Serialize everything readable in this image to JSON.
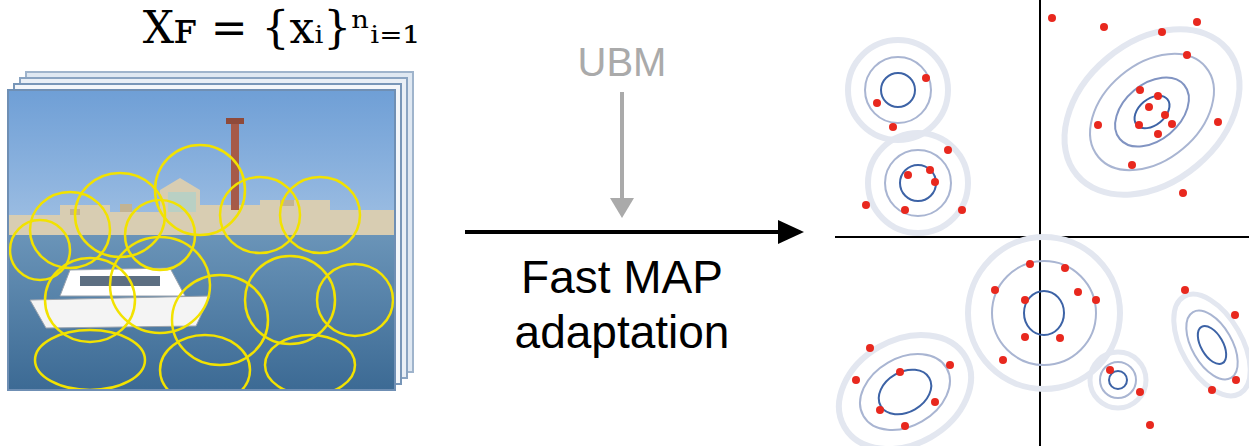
{
  "diagram": {
    "nodes": [
      {
        "text": [
          "Xꜰ = {xᵢ}ⁿᵢ₌₁"
        ]
      }
    ],
    "labels": [
      "UBM",
      "Fast MAP adaptation"
    ]
  }
}
